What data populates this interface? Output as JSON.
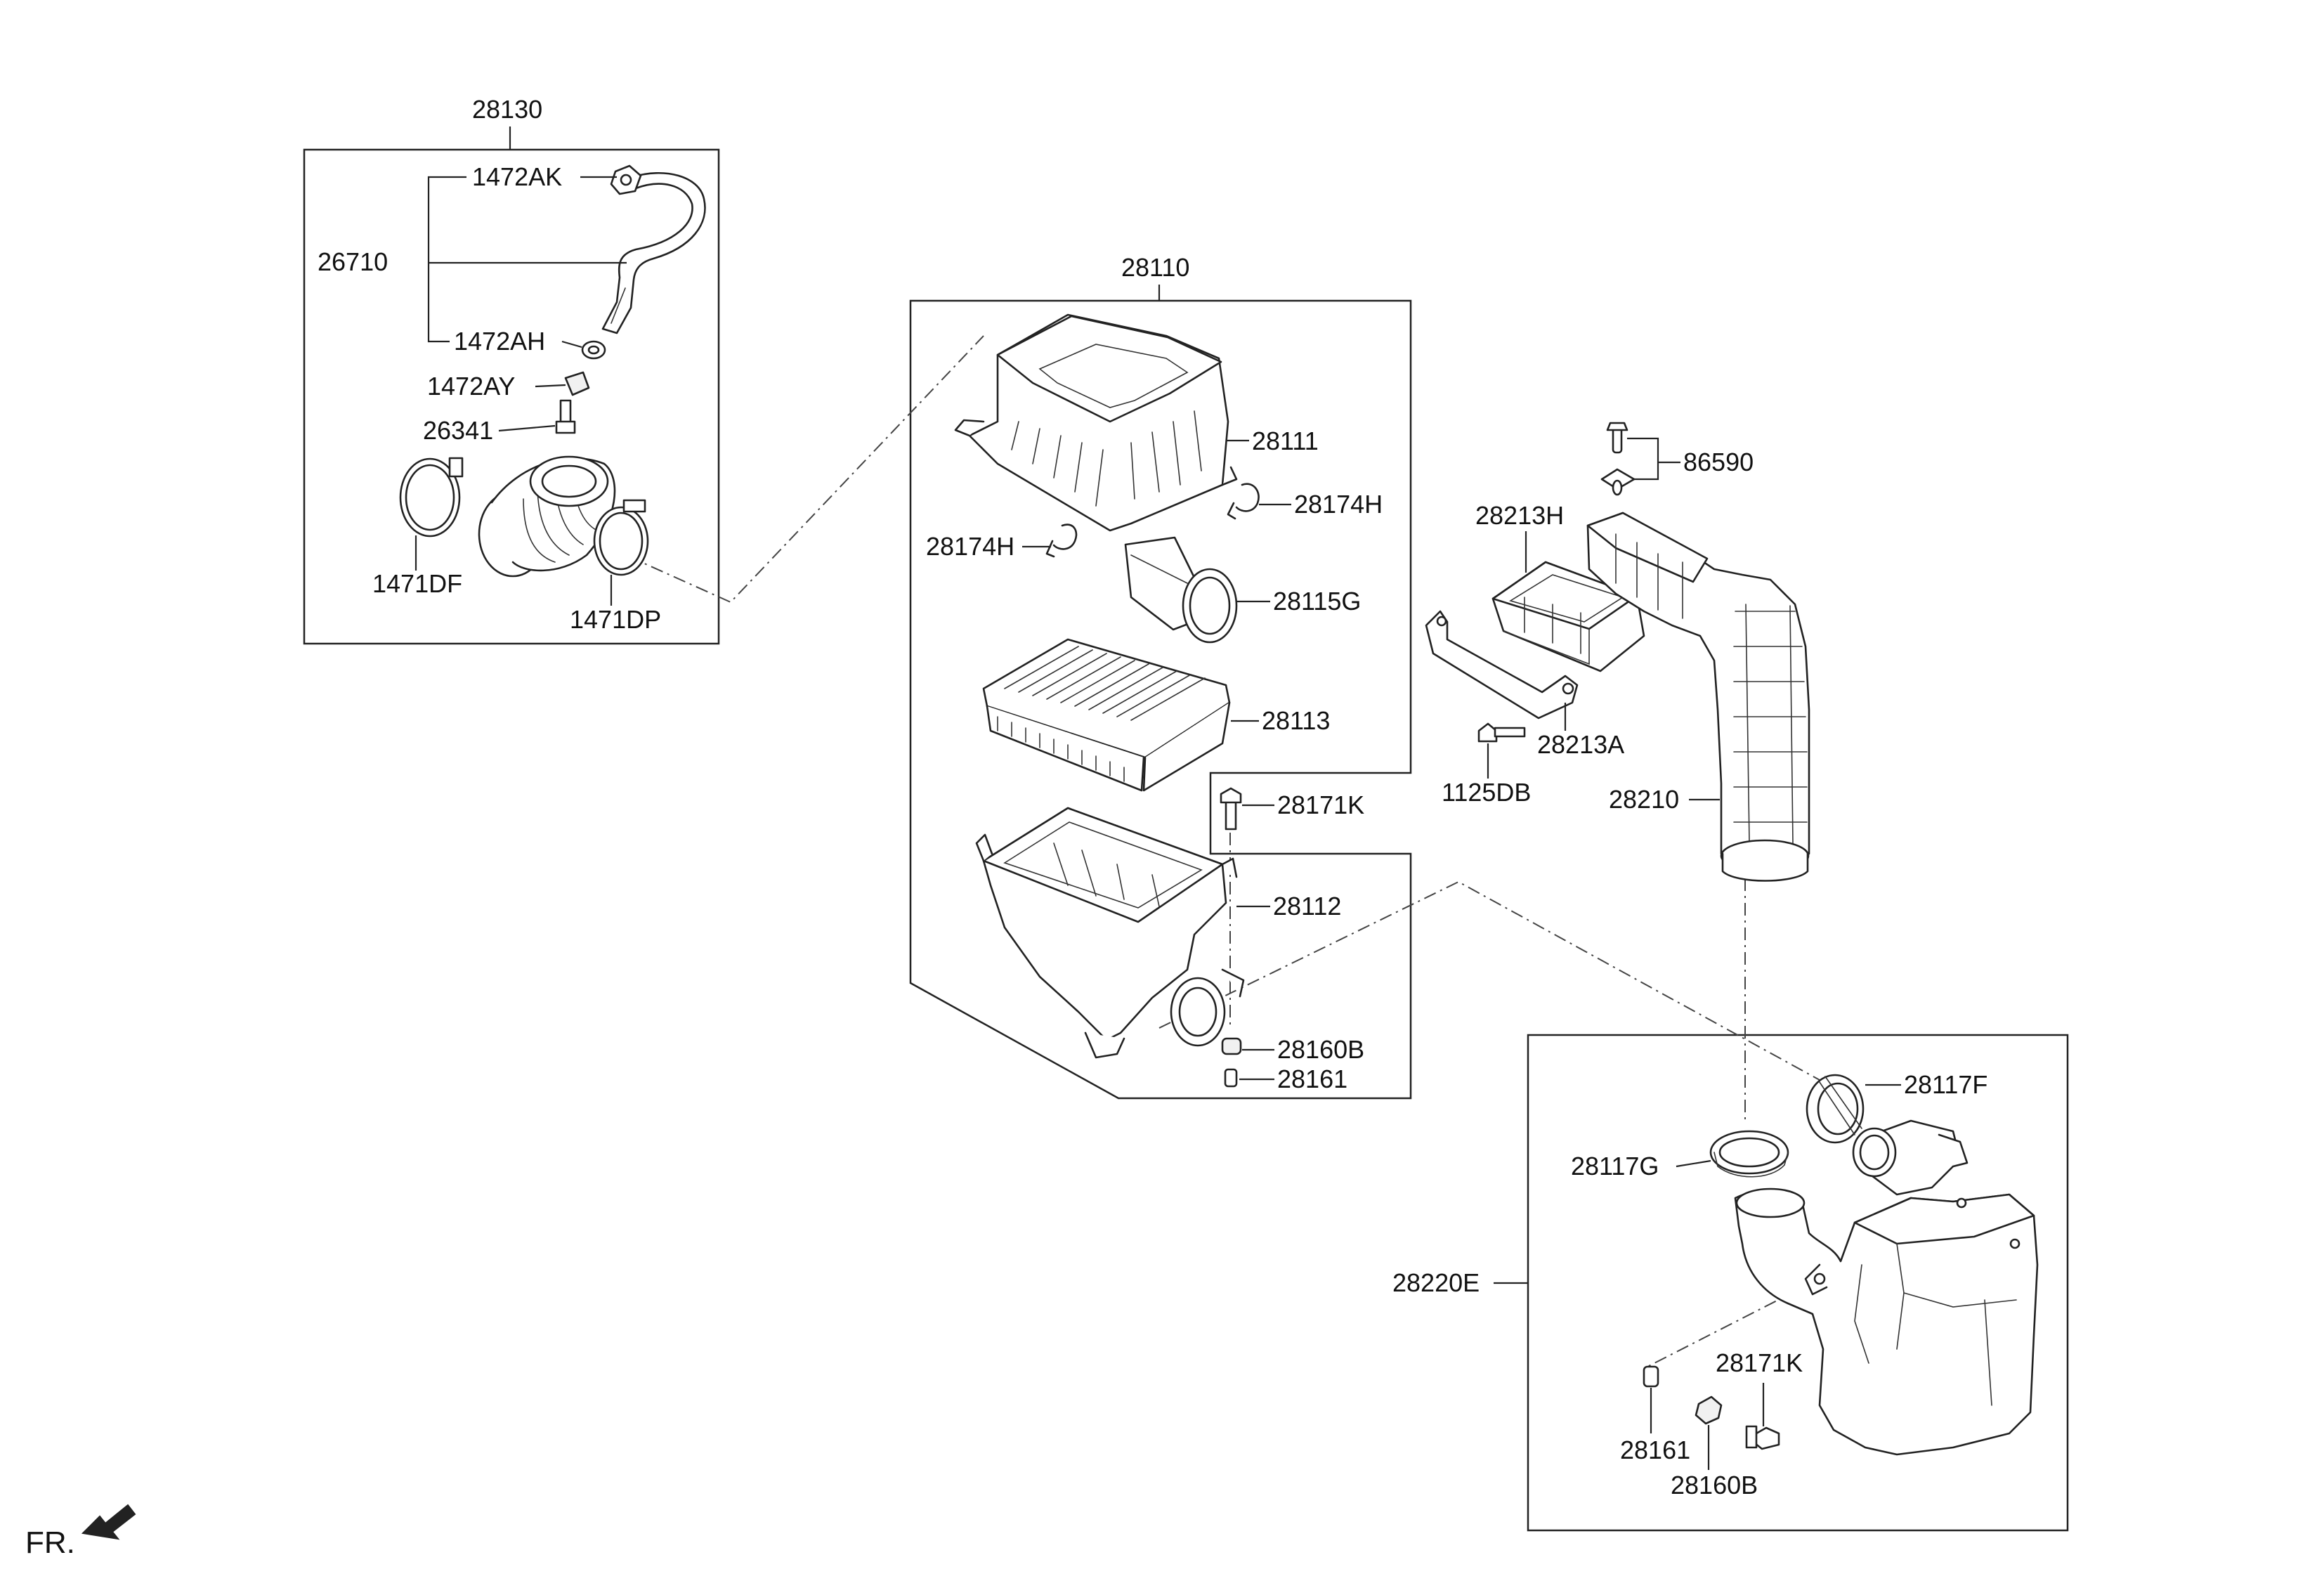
{
  "diagram": {
    "direction_label": "FR.",
    "groups": [
      {
        "id": "28130",
        "label": "28130"
      },
      {
        "id": "28110",
        "label": "28110"
      }
    ],
    "callouts": [
      {
        "id": "1472AK",
        "label": "1472AK"
      },
      {
        "id": "26710",
        "label": "26710"
      },
      {
        "id": "1472AH",
        "label": "1472AH"
      },
      {
        "id": "1472AY",
        "label": "1472AY"
      },
      {
        "id": "26341",
        "label": "26341"
      },
      {
        "id": "1471DF",
        "label": "1471DF"
      },
      {
        "id": "1471DP",
        "label": "1471DP"
      },
      {
        "id": "28111",
        "label": "28111"
      },
      {
        "id": "28174H_a",
        "label": "28174H"
      },
      {
        "id": "28174H_b",
        "label": "28174H"
      },
      {
        "id": "28115G",
        "label": "28115G"
      },
      {
        "id": "28113",
        "label": "28113"
      },
      {
        "id": "28171K_a",
        "label": "28171K"
      },
      {
        "id": "28112",
        "label": "28112"
      },
      {
        "id": "28160B_a",
        "label": "28160B"
      },
      {
        "id": "28161_a",
        "label": "28161"
      },
      {
        "id": "86590",
        "label": "86590"
      },
      {
        "id": "28213H",
        "label": "28213H"
      },
      {
        "id": "28213A",
        "label": "28213A"
      },
      {
        "id": "1125DB",
        "label": "1125DB"
      },
      {
        "id": "28210",
        "label": "28210"
      },
      {
        "id": "28117F",
        "label": "28117F"
      },
      {
        "id": "28117G",
        "label": "28117G"
      },
      {
        "id": "28220E",
        "label": "28220E"
      },
      {
        "id": "28171K_b",
        "label": "28171K"
      },
      {
        "id": "28161_b",
        "label": "28161"
      },
      {
        "id": "28160B_b",
        "label": "28160B"
      }
    ],
    "colors": {
      "line": "#222222",
      "background": "#ffffff"
    },
    "icons": [
      "front-direction-arrow-icon"
    ]
  }
}
